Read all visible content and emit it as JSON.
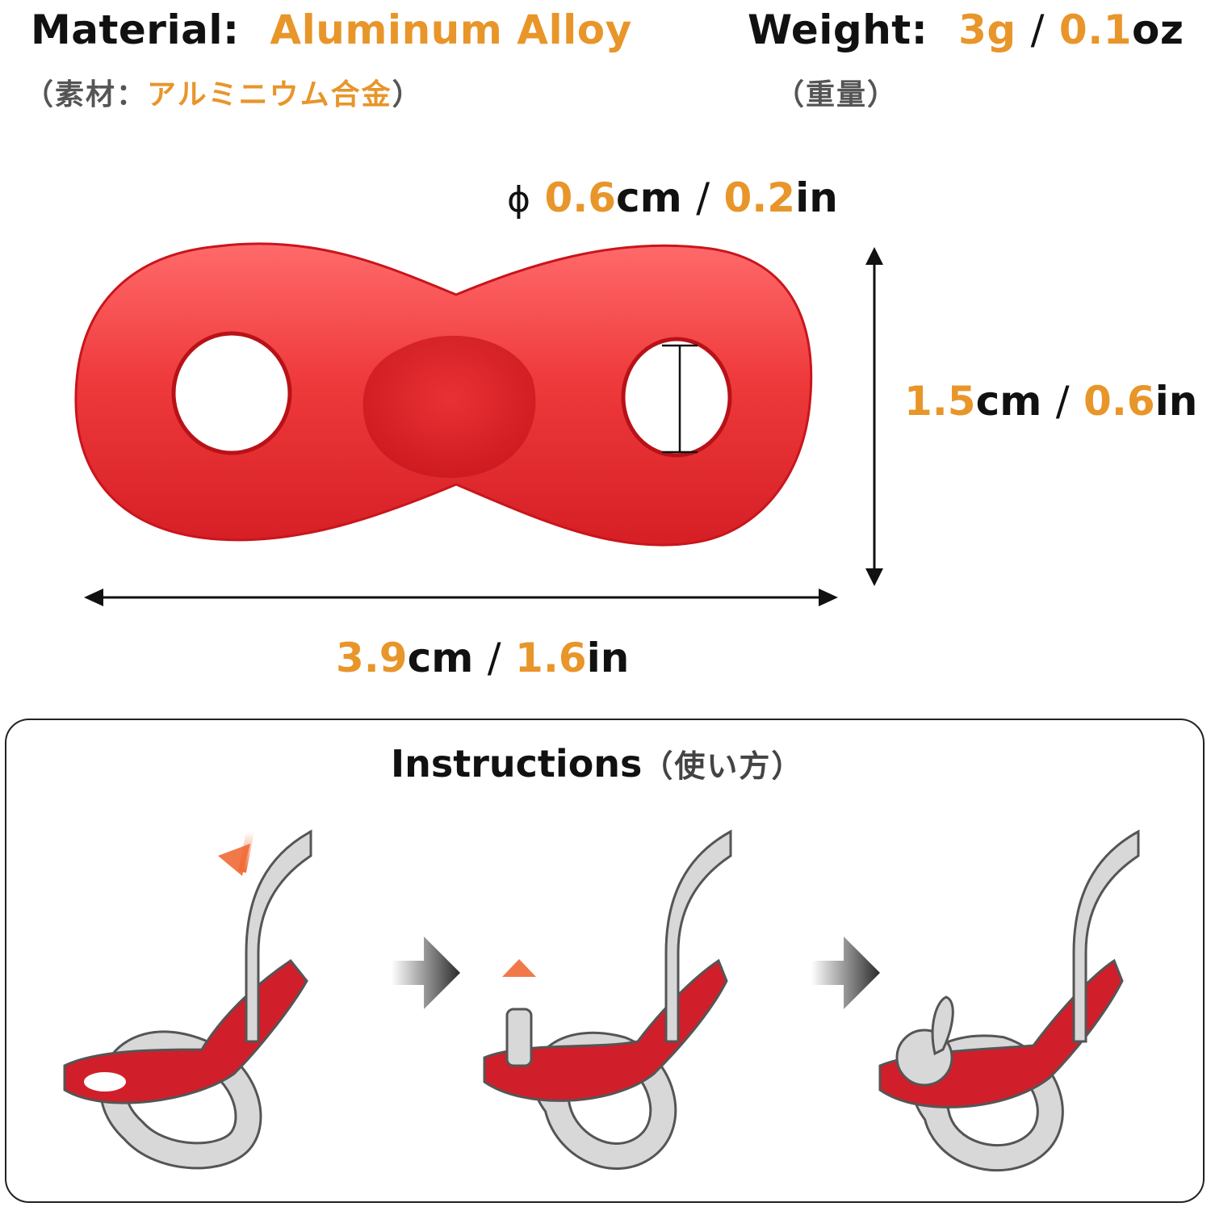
{
  "specs": {
    "material_label": "Material:",
    "material_value": "Aluminum Alloy",
    "material_jp_open": "（素材：",
    "material_jp_value": "アルミニウム合金",
    "material_jp_close": "）",
    "weight_label": "Weight:",
    "weight_value_g": "3g",
    "weight_sep": "/",
    "weight_value_oz_num": "0.1",
    "weight_value_oz_unit": "oz",
    "weight_jp": "（重量）"
  },
  "dimensions": {
    "hole": {
      "symbol": "ϕ",
      "cm_num": "0.6",
      "cm_unit": "cm",
      "sep": "/",
      "in_num": "0.2",
      "in_unit": "in"
    },
    "height": {
      "cm_num": "1.5",
      "cm_unit": "cm",
      "sep": "/",
      "in_num": "0.6",
      "in_unit": "in"
    },
    "length": {
      "cm_num": "3.9",
      "cm_unit": "cm",
      "sep": "/",
      "in_num": "1.6",
      "in_unit": "in"
    }
  },
  "instructions": {
    "title": "Instructions",
    "title_jp": "（使い方）",
    "steps": 3
  },
  "colors": {
    "accent_orange": "#e8952a",
    "tensioner_red": "#d81e2a",
    "cord_gray": "#d8d8d8",
    "cord_outline": "#555555"
  }
}
